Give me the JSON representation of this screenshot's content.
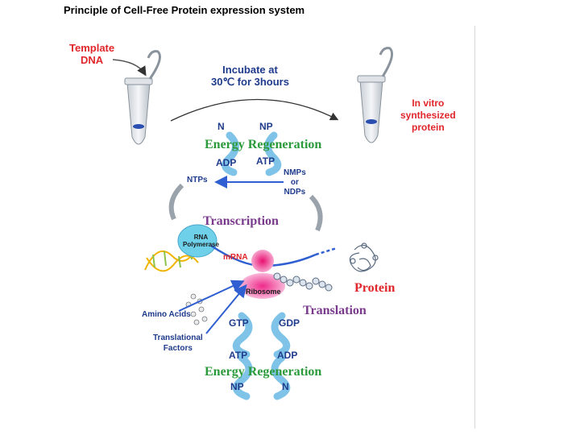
{
  "title": "Principle of Cell-Free Protein expression system",
  "labels": {
    "template_dna": [
      "Template",
      "DNA"
    ],
    "incubate": [
      "Incubate at",
      "30℃ for 3hours"
    ],
    "in_vitro": [
      "In vitro",
      "synthesized",
      "protein"
    ],
    "top_n": "N",
    "top_np": "NP",
    "energy_regeneration_top": "Energy Regeneration",
    "top_adp": "ADP",
    "top_atp": "ATP",
    "ntps": "NTPs",
    "nmps": [
      "NMPs",
      "or",
      "NDPs"
    ],
    "transcription": "Transcription",
    "rna_polymerase": [
      "RNA",
      "Polymerase"
    ],
    "mrna": "mRNA",
    "ribosome": "Ribosome",
    "protein": "Protein",
    "amino_acids": "Amino Acids",
    "translational_factors": [
      "Translational",
      "Factors"
    ],
    "translation": "Translation",
    "gtp": "GTP",
    "gdp": "GDP",
    "bottom_atp": "ATP",
    "bottom_adp": "ADP",
    "energy_regeneration_bottom": "Energy Regeneration",
    "bottom_np": "NP",
    "bottom_n": "N"
  },
  "colors": {
    "red": "#e0262a",
    "navy": "#1f3b8c",
    "green": "#2a9a3a",
    "purple": "#7a3a8c",
    "arrow_blue": "#2f5fd0",
    "cycle_blue": "#7fc4e8",
    "ribosome_pink": "#f24fa0"
  }
}
